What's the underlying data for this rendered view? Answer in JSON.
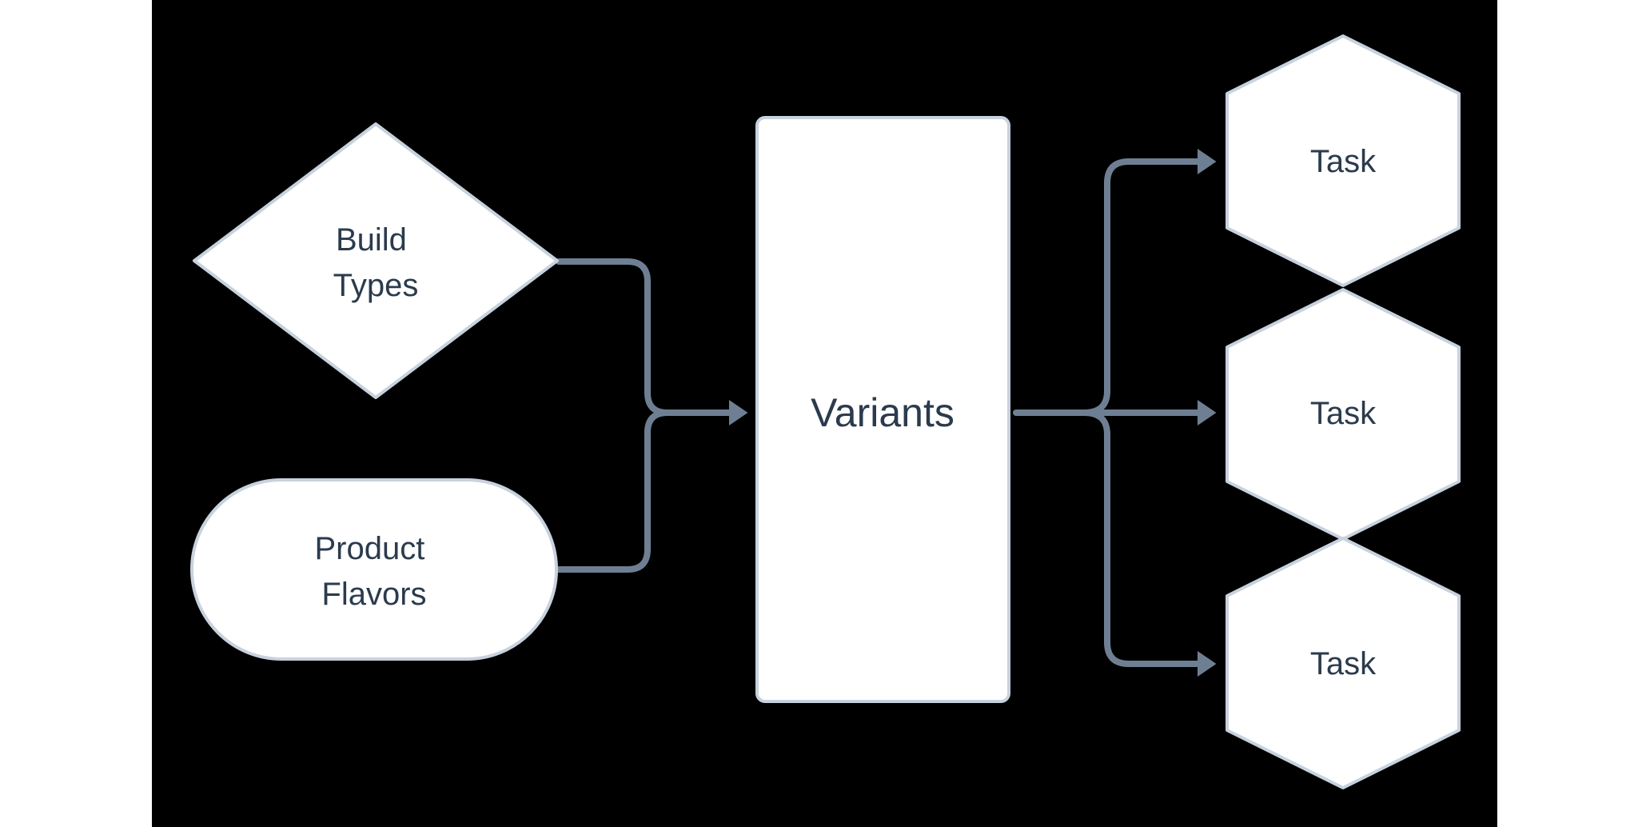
{
  "diagram": {
    "nodes": {
      "build_types": {
        "line1": "Build",
        "line2": "Types"
      },
      "product_flavors": {
        "line1": "Product",
        "line2": "Flavors"
      },
      "variants": {
        "label": "Variants"
      },
      "task_1": {
        "label": "Task"
      },
      "task_2": {
        "label": "Task"
      },
      "task_3": {
        "label": "Task"
      }
    },
    "colors": {
      "page_background": "#ffffff",
      "diagram_background": "#000000",
      "node_fill": "#ffffff",
      "node_border": "#c8d2de",
      "edge": "#6f7f93",
      "text": "#2b3b4d"
    }
  }
}
